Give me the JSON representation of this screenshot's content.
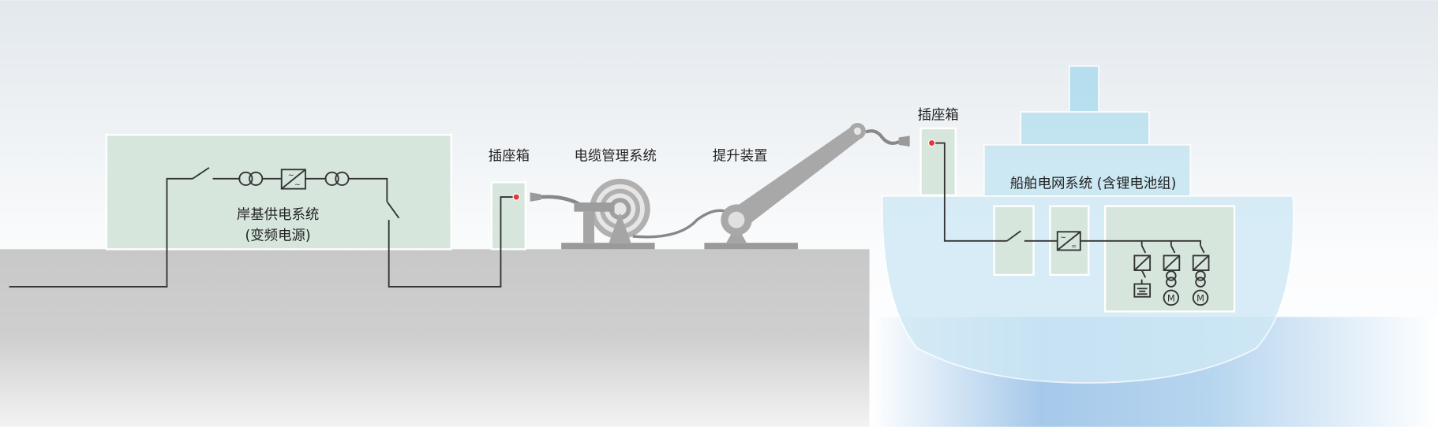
{
  "labels": {
    "shore_power": "岸基供电系统",
    "shore_power_sub": "(变频电源)",
    "socket_box_shore": "插座箱",
    "cable_management": "电缆管理系统",
    "lifting_device": "提升装置",
    "socket_box_ship": "插座箱",
    "ship_grid": "船舶电网系统 (含锂电池组)",
    "motor": "M"
  },
  "colors": {
    "green_box": "#d6e6dc",
    "ground": "#c9c9c9",
    "ship": "#cde8f4",
    "water": "#a9cdea",
    "indicator": "#e53935"
  }
}
